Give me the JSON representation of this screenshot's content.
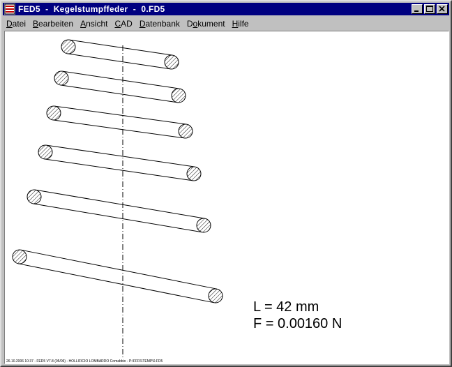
{
  "window": {
    "title": "FED5  -  Kegelstumpffeder  -  0.FD5",
    "controls": [
      "minimize-icon",
      "maximize-icon",
      "close-icon"
    ]
  },
  "menu": [
    {
      "label": "Datei",
      "accel": "D"
    },
    {
      "label": "Bearbeiten",
      "accel": "B"
    },
    {
      "label": "Ansicht",
      "accel": "A"
    },
    {
      "label": "CAD",
      "accel": "C"
    },
    {
      "label": "Datenbank",
      "accel": "D"
    },
    {
      "label": "Dokument",
      "accel": "o"
    },
    {
      "label": "Hilfe",
      "accel": "H"
    }
  ],
  "drawing": {
    "type": "conical spring cross-section",
    "coil_count": 6,
    "hatch": "diagonal",
    "centerline": "dash-dot"
  },
  "results": {
    "length": "L = 42 mm",
    "force": "F = 0.00160 N"
  },
  "footer": "26.10.2006 10:37 - FED5 V7.8 (05/06) - HOLLIFICIO LOMBARDO Comabbio - P:\\FFF6\\TEMP\\0.FD5",
  "colors": {
    "titlebar": "#000080",
    "face": "#c0c0c0",
    "canvas": "#ffffff",
    "ink": "#000000"
  }
}
